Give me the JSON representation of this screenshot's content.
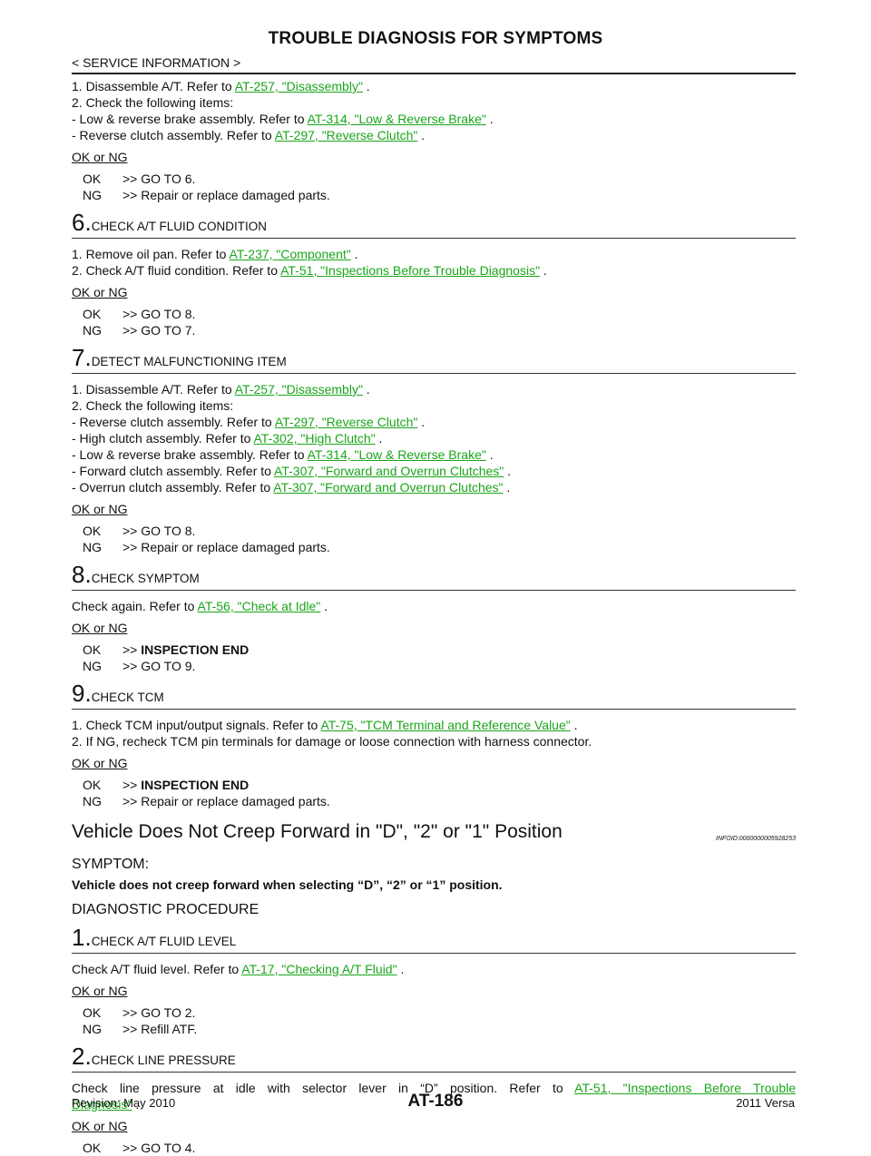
{
  "header": {
    "title": "TROUBLE DIAGNOSIS FOR SYMPTOMS",
    "subtitle": "< SERVICE INFORMATION >"
  },
  "okng_label": "OK or NG",
  "intro": {
    "lines": [
      {
        "pre": "1. Disassemble A/T. Refer to ",
        "link": "AT-257, \"Disassembly\"",
        "post": " ."
      },
      {
        "pre": "2. Check the following items:",
        "link": "",
        "post": ""
      },
      {
        "pre": "- Low & reverse brake assembly. Refer to ",
        "link": "AT-314, \"Low & Reverse Brake\"",
        "post": " ."
      },
      {
        "pre": "- Reverse clutch assembly. Refer to ",
        "link": "AT-297, \"Reverse Clutch\"",
        "post": " ."
      }
    ],
    "results": [
      {
        "key": "OK",
        "arrow": ">> ",
        "bold": "",
        "text": "GO TO 6."
      },
      {
        "key": "NG",
        "arrow": ">> ",
        "bold": "",
        "text": "Repair or replace damaged parts."
      }
    ]
  },
  "steps": [
    {
      "num": "6.",
      "title": "CHECK A/T FLUID CONDITION",
      "lines": [
        {
          "pre": "1. Remove oil pan. Refer to ",
          "link": "AT-237, \"Component\"",
          "post": " ."
        },
        {
          "pre": "2. Check A/T fluid condition. Refer to ",
          "link": "AT-51, \"Inspections Before Trouble Diagnosis\"",
          "post": " ."
        }
      ],
      "results": [
        {
          "key": "OK",
          "arrow": ">> ",
          "bold": "",
          "text": "GO TO 8."
        },
        {
          "key": "NG",
          "arrow": ">> ",
          "bold": "",
          "text": "GO TO 7."
        }
      ]
    },
    {
      "num": "7.",
      "title": "DETECT MALFUNCTIONING ITEM",
      "lines": [
        {
          "pre": "1. Disassemble A/T. Refer to ",
          "link": "AT-257, \"Disassembly\"",
          "post": " ."
        },
        {
          "pre": "2. Check the following items:",
          "link": "",
          "post": ""
        },
        {
          "pre": "- Reverse clutch assembly. Refer to ",
          "link": "AT-297, \"Reverse Clutch\"",
          "post": " ."
        },
        {
          "pre": "- High clutch assembly. Refer to ",
          "link": "AT-302, \"High Clutch\"",
          "post": " ."
        },
        {
          "pre": "- Low & reverse brake assembly. Refer to ",
          "link": "AT-314, \"Low & Reverse Brake\"",
          "post": " ."
        },
        {
          "pre": "- Forward clutch assembly. Refer to ",
          "link": "AT-307, \"Forward and Overrun Clutches\"",
          "post": " ."
        },
        {
          "pre": "- Overrun clutch assembly. Refer to ",
          "link": "AT-307, \"Forward and Overrun Clutches\"",
          "post": " ."
        }
      ],
      "results": [
        {
          "key": "OK",
          "arrow": ">> ",
          "bold": "",
          "text": "GO TO 8."
        },
        {
          "key": "NG",
          "arrow": ">> ",
          "bold": "",
          "text": "Repair or replace damaged parts."
        }
      ]
    },
    {
      "num": "8.",
      "title": "CHECK SYMPTOM",
      "lines": [
        {
          "pre": "Check again. Refer to ",
          "link": "AT-56, \"Check at Idle\"",
          "post": " ."
        }
      ],
      "results": [
        {
          "key": "OK",
          "arrow": ">> ",
          "bold": "INSPECTION END",
          "text": ""
        },
        {
          "key": "NG",
          "arrow": ">> ",
          "bold": "",
          "text": "GO TO 9."
        }
      ]
    },
    {
      "num": "9.",
      "title": "CHECK TCM",
      "lines": [
        {
          "pre": "1. Check TCM input/output signals. Refer to ",
          "link": "AT-75, \"TCM Terminal and Reference Value\"",
          "post": " ."
        },
        {
          "pre": "2. If NG, recheck TCM pin terminals for damage or loose connection with harness connector.",
          "link": "",
          "post": ""
        }
      ],
      "results": [
        {
          "key": "OK",
          "arrow": ">> ",
          "bold": "INSPECTION END",
          "text": ""
        },
        {
          "key": "NG",
          "arrow": ">> ",
          "bold": "",
          "text": "Repair or replace damaged parts."
        }
      ]
    }
  ],
  "section": {
    "title": "Vehicle Does Not Creep Forward in \"D\", \"2\" or \"1\" Position",
    "info_id": "INFOID:0000000005928253",
    "symptom_label": "SYMPTOM:",
    "symptom_text": "Vehicle does not creep forward when selecting “D”, “2” or “1” position.",
    "procedure_label": "DIAGNOSTIC PROCEDURE"
  },
  "steps2": [
    {
      "num": "1.",
      "title": "CHECK A/T FLUID LEVEL",
      "lines": [
        {
          "pre": "Check A/T fluid level. Refer to ",
          "link": "AT-17, \"Checking A/T Fluid\"",
          "post": " ."
        }
      ],
      "results": [
        {
          "key": "OK",
          "arrow": ">> ",
          "bold": "",
          "text": "GO TO 2."
        },
        {
          "key": "NG",
          "arrow": ">> ",
          "bold": "",
          "text": "Refill ATF."
        }
      ]
    },
    {
      "num": "2.",
      "title": "CHECK LINE PRESSURE",
      "justified": {
        "pre": "Check line pressure at idle with selector lever in “D” position. Refer to ",
        "link": "AT-51, \"Inspections Before Trouble",
        "link2": "Diagnosis\"",
        "post": " ."
      },
      "results": [
        {
          "key": "OK",
          "arrow": ">> ",
          "bold": "",
          "text": "GO TO 4."
        }
      ]
    }
  ],
  "footer": {
    "revision": "Revision: May 2010",
    "page": "AT-186",
    "model": "2011 Versa"
  }
}
